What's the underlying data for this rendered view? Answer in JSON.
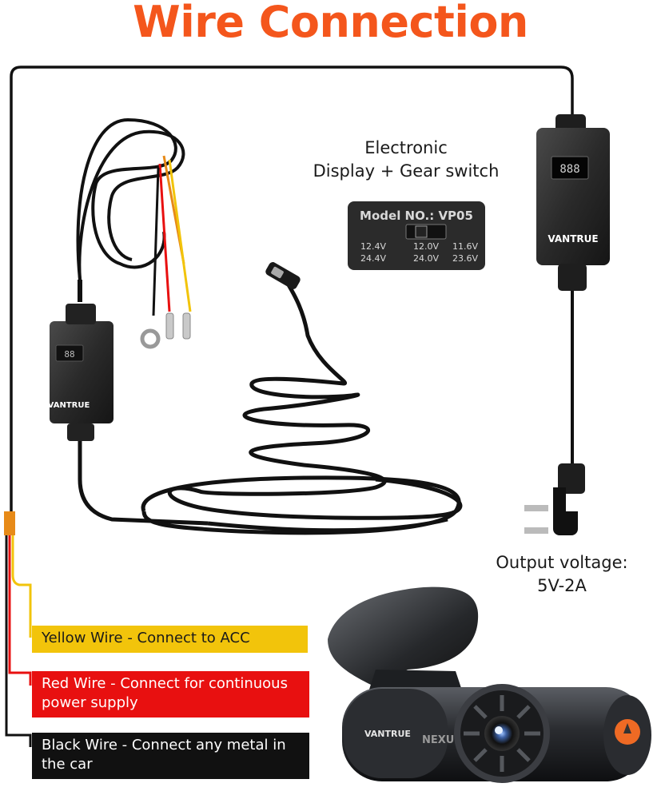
{
  "title": "Wire Connection",
  "colors": {
    "title": "#f4561c",
    "yellow_wire": "#f2c40b",
    "red_wire": "#e81010",
    "black_wire": "#111111",
    "accent_orange": "#ee6a24"
  },
  "display_note": {
    "line1": "Electronic",
    "line2": "Display + Gear switch"
  },
  "switch_panel": {
    "model": "Model NO.: VP05",
    "gears": [
      {
        "top": "12.4V",
        "bottom": "24.4V"
      },
      {
        "top": "12.0V",
        "bottom": "24.0V"
      },
      {
        "top": "11.6V",
        "bottom": "23.6V"
      }
    ]
  },
  "brand": "VANTRUE",
  "camera_model_fragment": "NEXU",
  "output": {
    "line1": "Output voltage:",
    "line2": "5V-2A"
  },
  "wires": {
    "yellow": "Yellow Wire - Connect to ACC",
    "red": "Red Wire - Connect for continuous power supply",
    "black": "Black Wire - Connect any metal in the car"
  }
}
